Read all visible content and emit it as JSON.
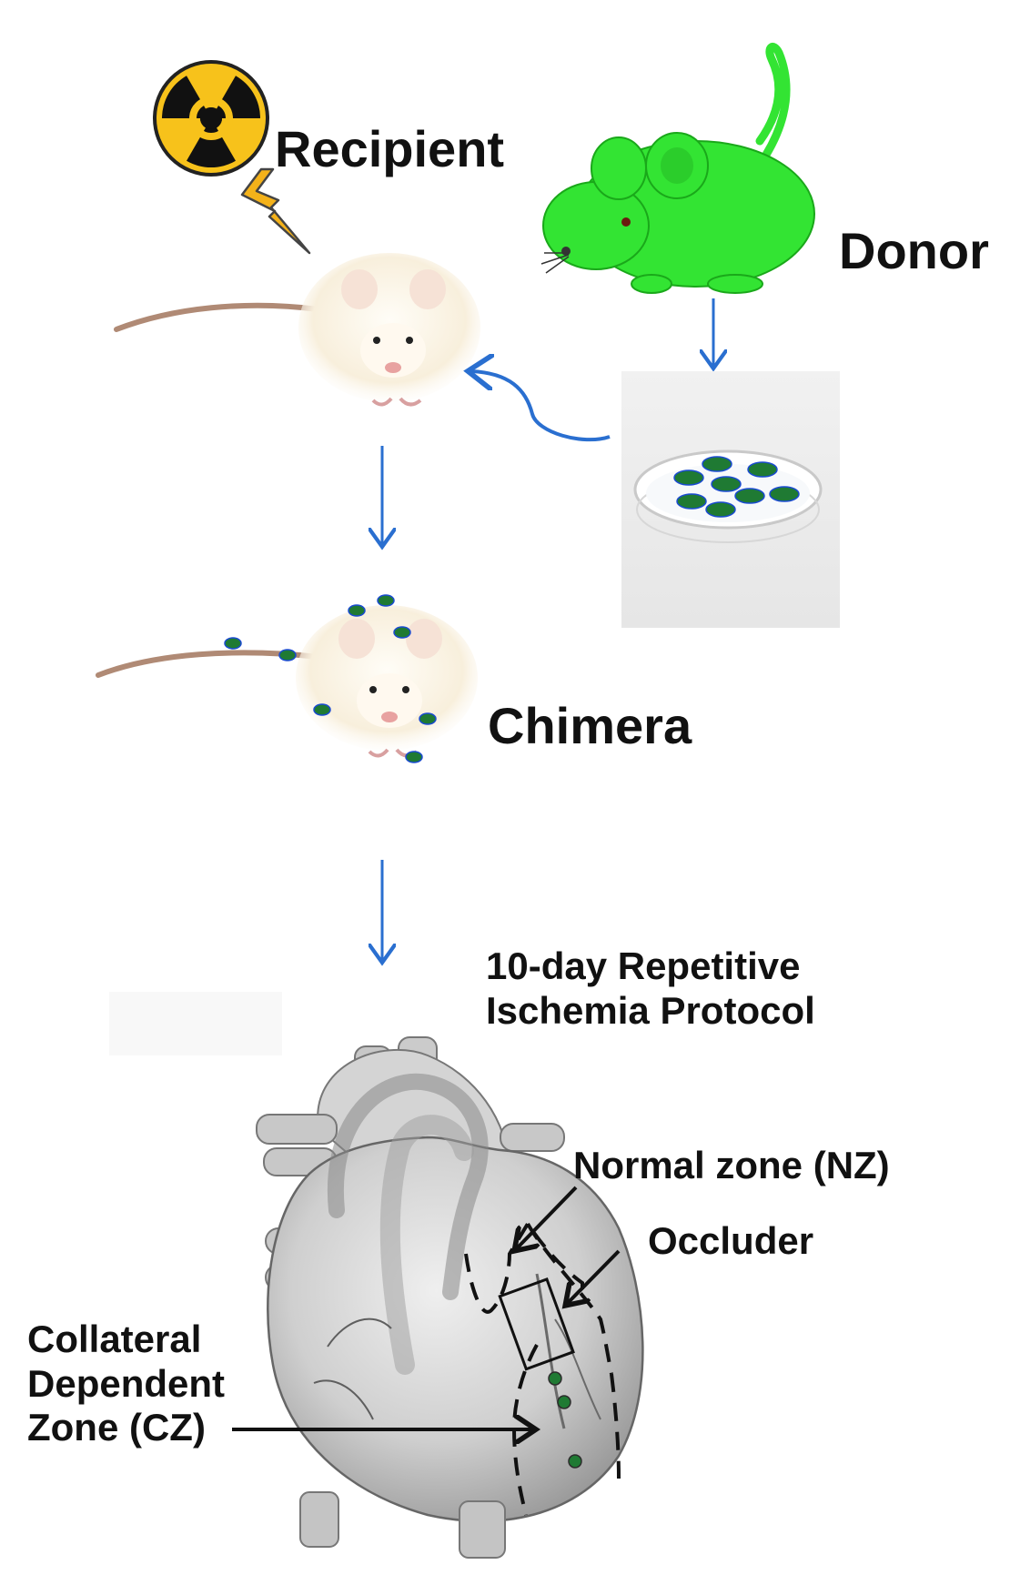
{
  "labels": {
    "recipient": "Recipient",
    "donor": "Donor",
    "chimera": "Chimera",
    "protocol": "10-day Repetitive\nIschemia Protocol",
    "normal_zone": "Normal zone (NZ)",
    "occluder": "Occluder",
    "collateral_zone": "Collateral\nDependent\nZone (CZ)"
  },
  "icons": [
    "radiation-icon",
    "lightning-bolt-icon",
    "donor-mouse-icon",
    "recipient-mouse-icon",
    "chimera-mouse-icon",
    "petri-dish-icon",
    "heart-illustration-icon"
  ],
  "colors": {
    "arrow": "#2a6fd0",
    "donor_mouse": "#33e433",
    "cell": "#1f7a33",
    "cell_outline": "#1a4bd0",
    "radiation_yellow": "#f7c21b",
    "bolt": "#f4b21a",
    "white_mouse": "#fbf3e2",
    "heart": "#c8c8c8"
  }
}
